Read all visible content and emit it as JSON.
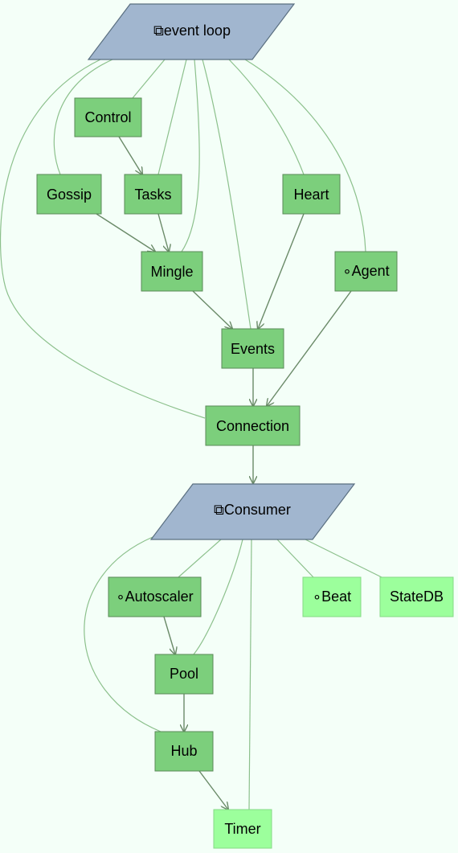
{
  "colors": {
    "background": "#f4fff8",
    "node_dark": "#7ccf7c",
    "node_light": "#9cff9c",
    "parallelogram": "#a1b6cf",
    "edge_thin": "#8cc08c",
    "edge_arrow": "#6a8a68"
  },
  "diagram": {
    "event_loop": "⧉event loop",
    "consumer": "⧉Consumer",
    "nodes": {
      "control": "Control",
      "gossip": "Gossip",
      "tasks": "Tasks",
      "heart": "Heart",
      "mingle": "Mingle",
      "agent": "∘Agent",
      "events": "Events",
      "connection": "Connection",
      "autoscaler": "∘Autoscaler",
      "beat": "∘Beat",
      "statedb": "StateDB",
      "pool": "Pool",
      "hub": "Hub",
      "timer": "Timer"
    }
  }
}
